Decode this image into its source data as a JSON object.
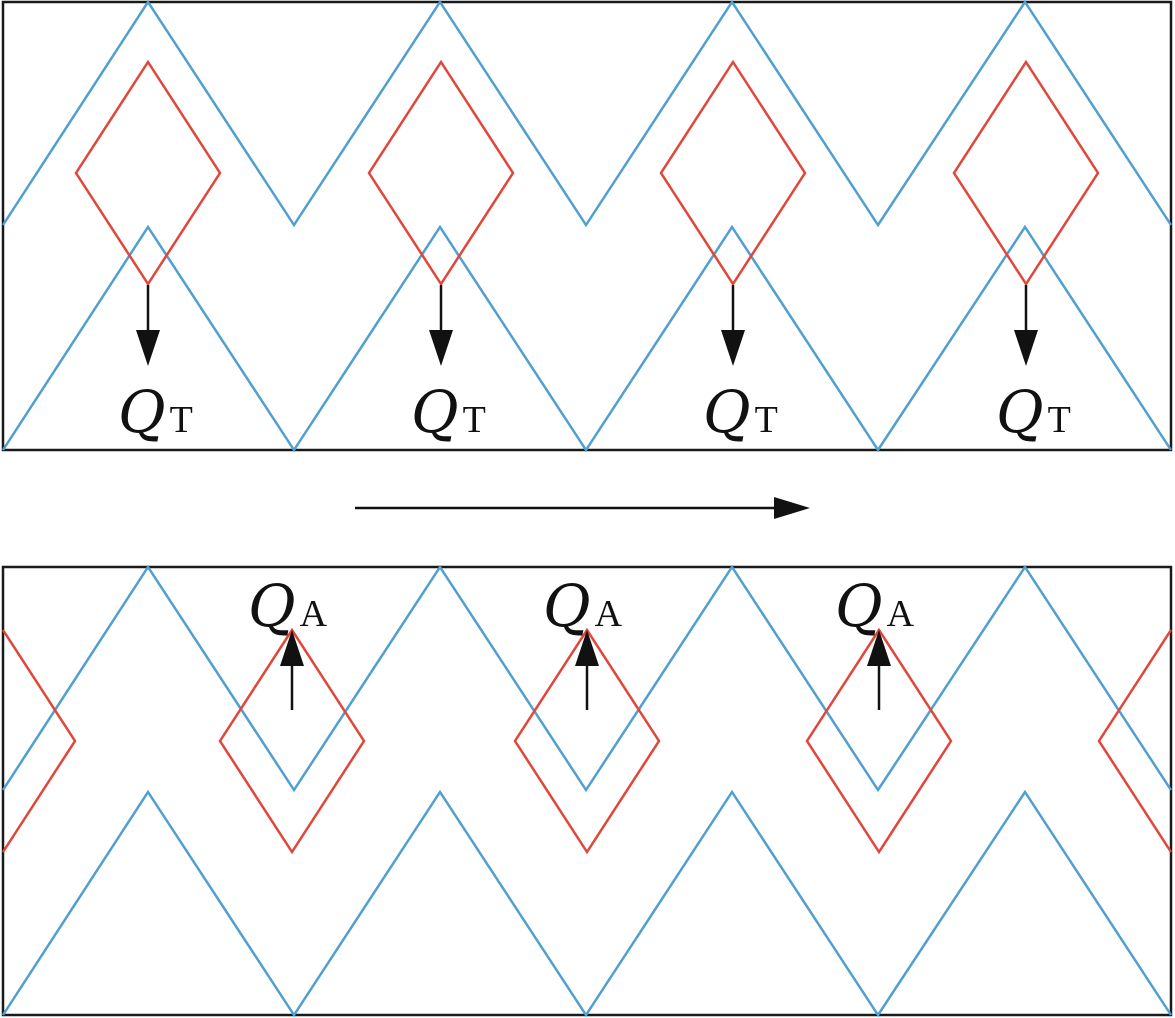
{
  "colors": {
    "lattice": "#4f9fd0",
    "cell": "#e2453a",
    "ink": "#111111"
  },
  "top_panel": {
    "arrow_label": "Q",
    "arrow_subscript": "T",
    "arrow_count": 4
  },
  "bottom_panel": {
    "arrow_label": "Q",
    "arrow_subscript": "A",
    "arrow_count": 3
  }
}
